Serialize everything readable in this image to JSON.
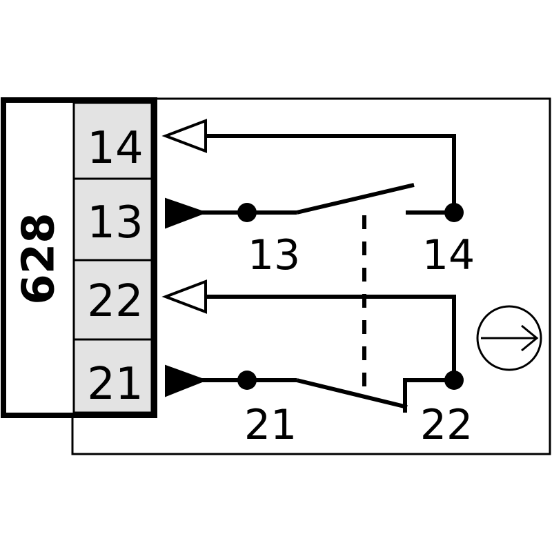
{
  "device_code": "628",
  "terminal_block": {
    "terminals": [
      {
        "label": "14",
        "fill": "#e3e3e3"
      },
      {
        "label": "13",
        "fill": "#e3e3e3"
      },
      {
        "label": "22",
        "fill": "#e3e3e3"
      },
      {
        "label": "21",
        "fill": "#e3e3e3"
      }
    ]
  },
  "contacts": {
    "no_contact": {
      "left_pin": "13",
      "right_pin": "14",
      "type": "normally-open"
    },
    "nc_contact": {
      "left_pin": "21",
      "right_pin": "22",
      "type": "normally-closed"
    }
  },
  "symbols": {
    "input_arrow": "filled-triangle-icon",
    "output_arrow": "hollow-triangle-icon",
    "actuation": "positive-opening-icon"
  },
  "colors": {
    "line": "#000000",
    "terminal_fill": "#e3e3e3",
    "background": "#ffffff"
  }
}
